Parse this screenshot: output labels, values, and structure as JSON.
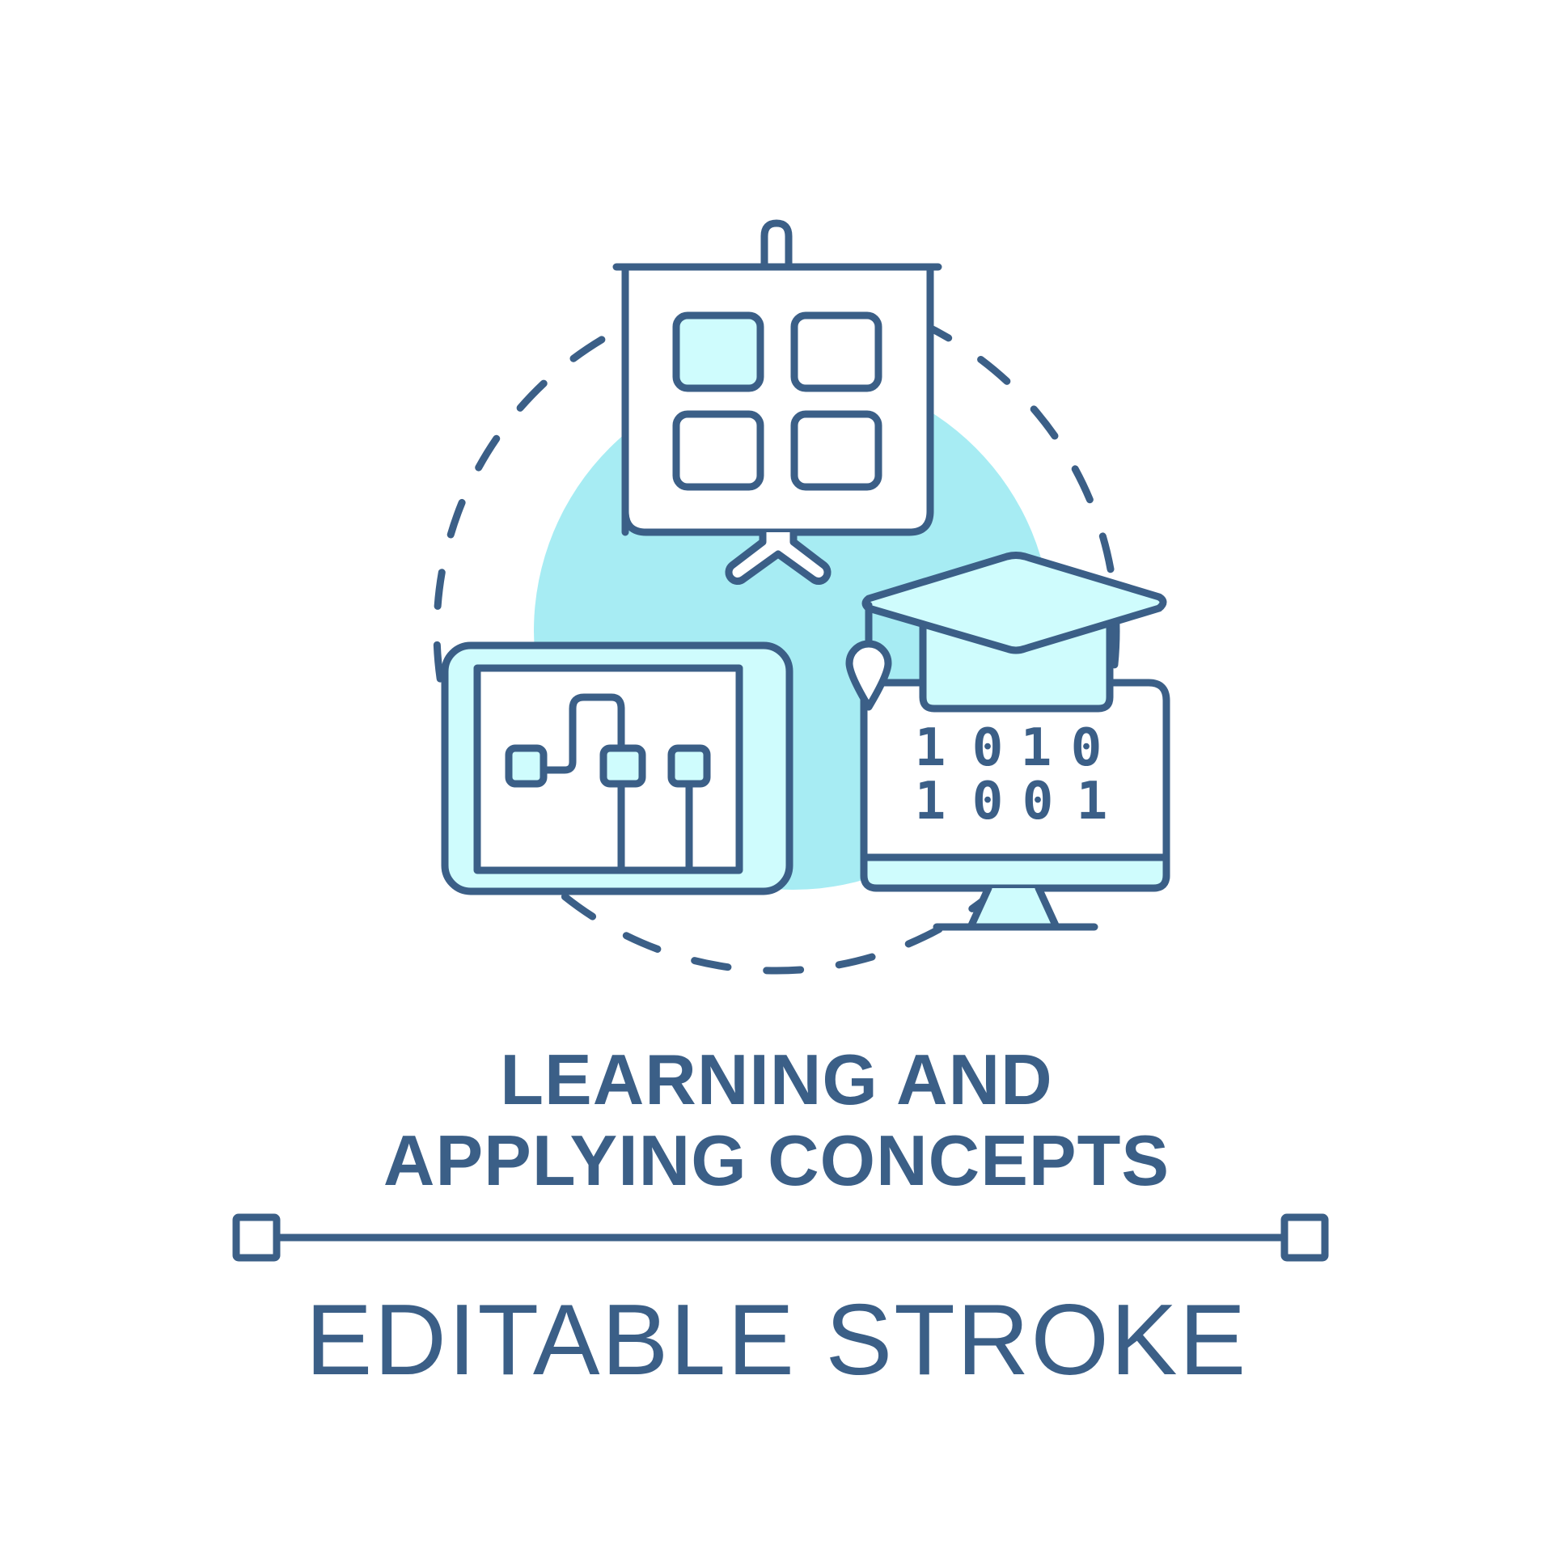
{
  "title": {
    "line1": "LEARNING AND",
    "line2": "APPLYING CONCEPTS"
  },
  "caption": "EDITABLE STROKE",
  "binary": {
    "row1": [
      "1",
      "0",
      "1",
      "0"
    ],
    "row2": [
      "1",
      "0",
      "0",
      "1"
    ]
  },
  "colors": {
    "stroke": "#3b5f87",
    "accent_fill": "#cffcfd",
    "background_circle": "#a7ecf3"
  },
  "icons": [
    "presentation-board-icon",
    "graduation-cap-icon",
    "monitor-icon",
    "tablet-flowchart-icon"
  ]
}
